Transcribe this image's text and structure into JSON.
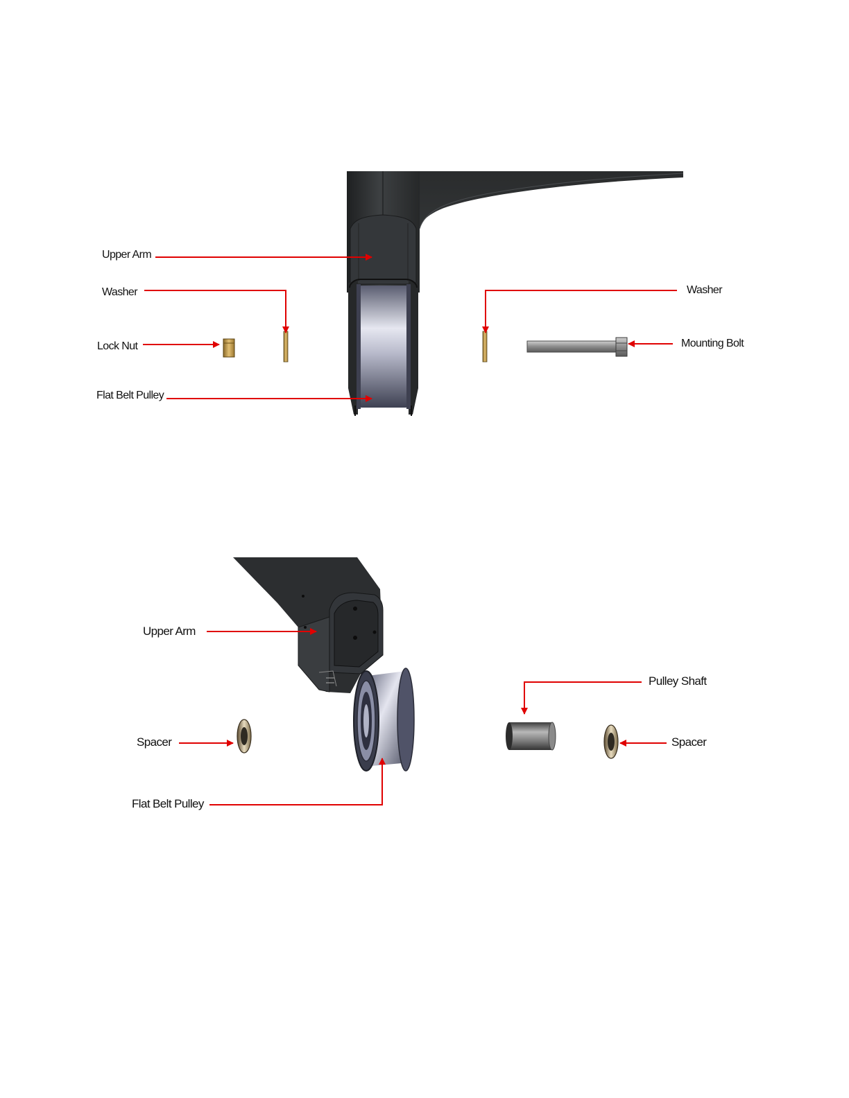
{
  "colors": {
    "arrow": "#e00000",
    "arm_dark": "#2b2d2e",
    "arm_mid": "#3a3c3e",
    "pulley_light": "#d8d9e6",
    "pulley_dark": "#4a4d60",
    "brass": "#c8a050",
    "steel": "#9a9a9a"
  },
  "diagram_top": {
    "labels": {
      "upper_arm": "Upper Arm",
      "washer_left": "Washer",
      "washer_right": "Washer",
      "lock_nut": "Lock Nut",
      "mounting_bolt": "Mounting Bolt",
      "flat_belt_pulley": "Flat Belt Pulley"
    }
  },
  "diagram_bottom": {
    "labels": {
      "upper_arm": "Upper Arm",
      "pulley_shaft": "Pulley Shaft",
      "spacer_left": "Spacer",
      "spacer_right": "Spacer",
      "flat_belt_pulley": "Flat Belt Pulley"
    }
  }
}
